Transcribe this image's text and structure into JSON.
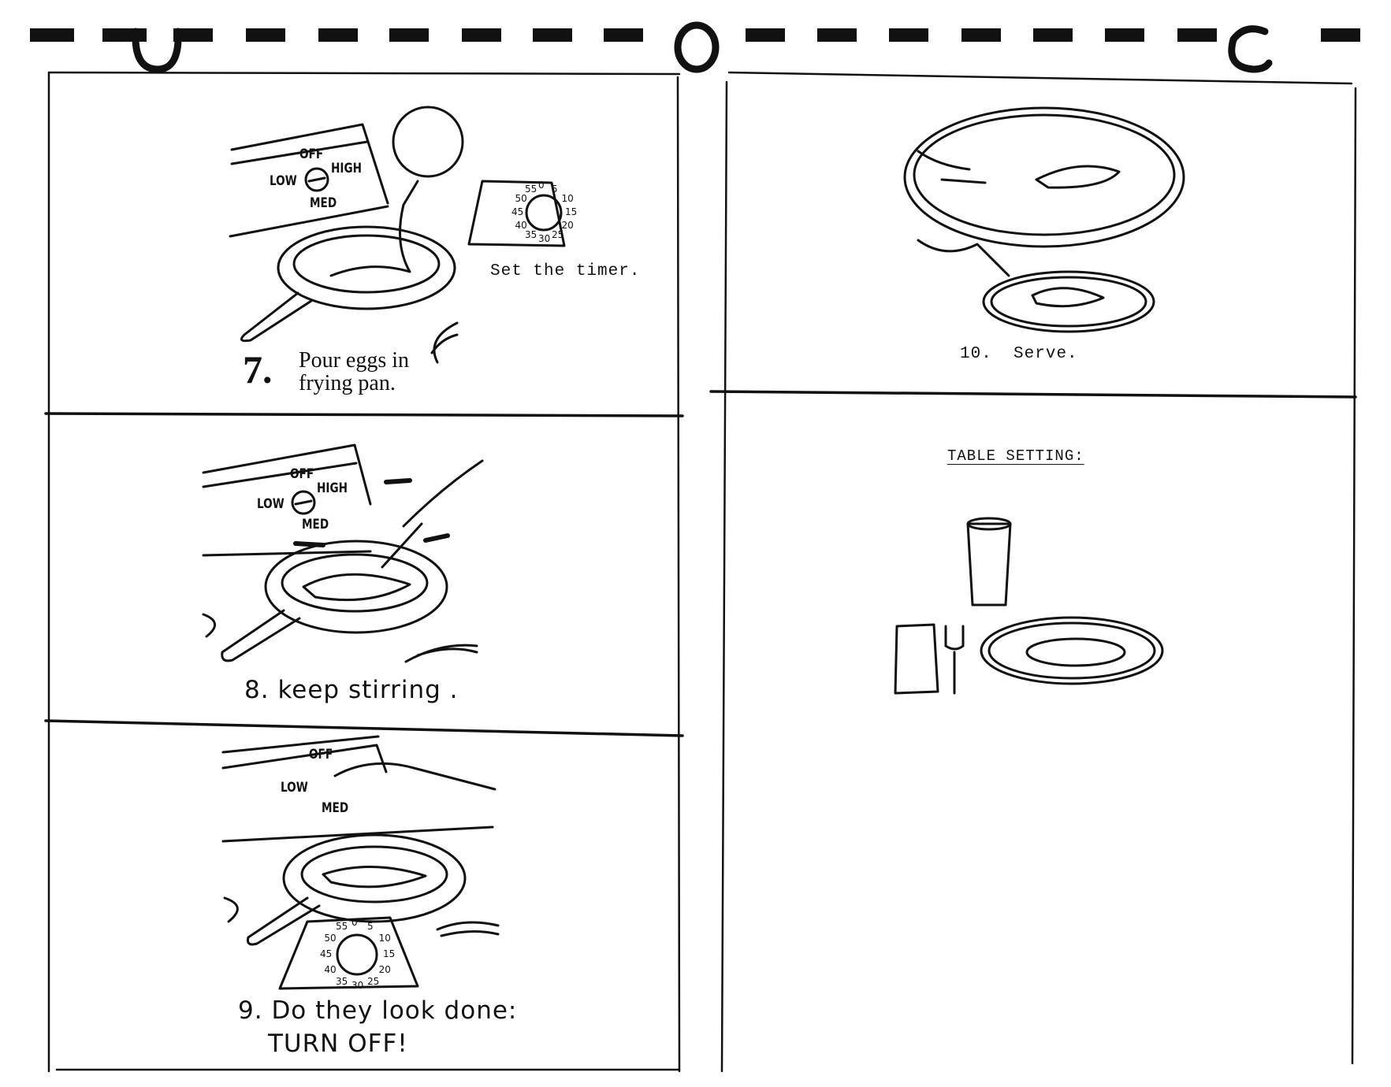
{
  "steps": [
    {
      "number": "7.",
      "text_line1": "Pour eggs in",
      "text_line2": "frying pan.",
      "note": "Set the timer."
    },
    {
      "number": "8.",
      "text": "keep stirring ."
    },
    {
      "number": "9.",
      "text_line1": "Do they look done:",
      "text_line2": "TURN OFF!"
    },
    {
      "number": "10.",
      "text": "Serve."
    }
  ],
  "stove_labels": {
    "off": "OFF",
    "low": "LOW",
    "high": "HIGH",
    "med": "MED"
  },
  "timer_numbers": [
    "0",
    "5",
    "10",
    "15",
    "20",
    "25",
    "30",
    "35",
    "40",
    "45",
    "50",
    "55"
  ],
  "table_setting": {
    "heading": "TABLE SETTING:"
  }
}
